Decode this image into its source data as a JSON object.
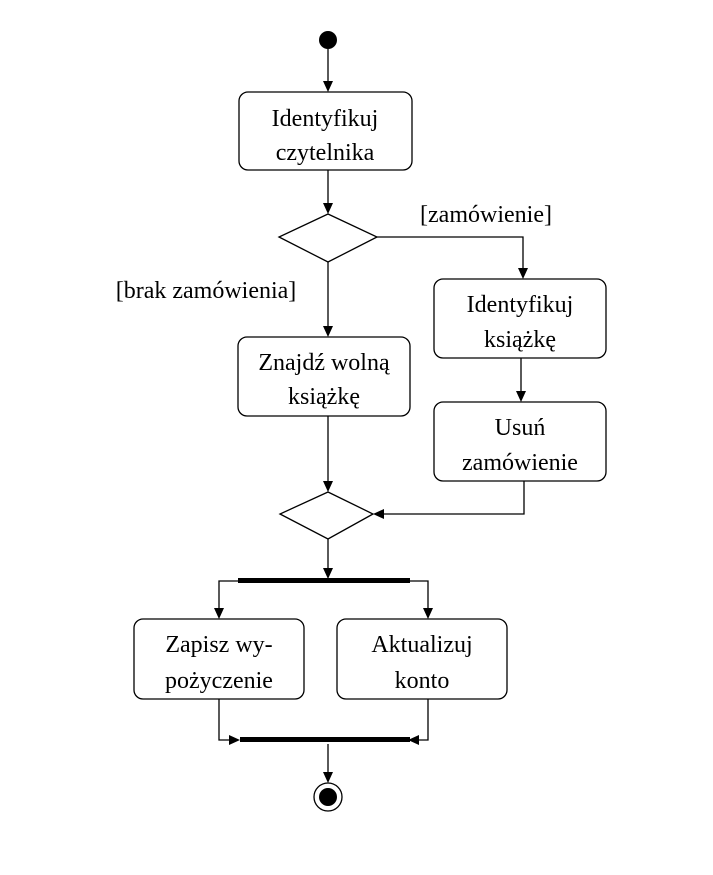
{
  "diagram": {
    "actions": {
      "identify_reader": {
        "line1": "Identyfikuj",
        "line2": "czytelnika"
      },
      "find_free_book": {
        "line1": "Znajdź wolną",
        "line2": "książkę"
      },
      "identify_book": {
        "line1": "Identyfikuj",
        "line2": "książkę"
      },
      "remove_reservation": {
        "line1": "Usuń",
        "line2": "zamówienie"
      },
      "record_loan": {
        "line1": "Zapisz wy-",
        "line2": "pożyczenie"
      },
      "update_account": {
        "line1": "Aktualizuj",
        "line2": "konto"
      }
    },
    "guards": {
      "reservation": "[zamówienie]",
      "no_reservation": "[brak zamówienia]"
    }
  }
}
